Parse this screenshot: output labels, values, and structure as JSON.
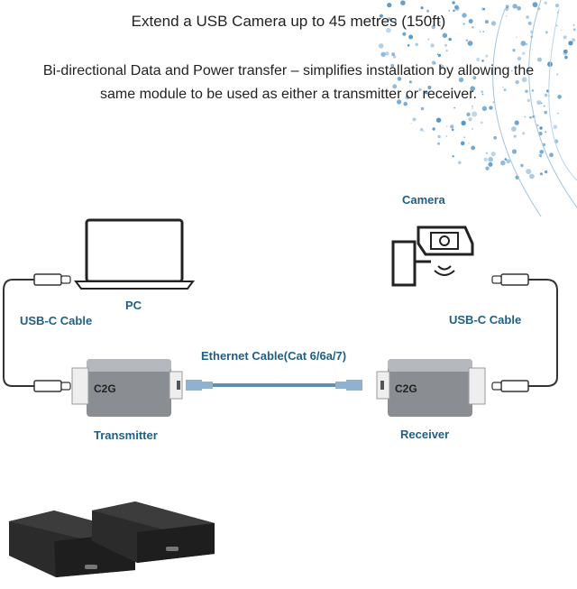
{
  "headline": "Extend a USB Camera up to 45 metres (150ft)",
  "description_line1": "Bi-directional Data and Power transfer – simplifies installation by allowing the",
  "description_line2": "same module to be used as either a transmitter or receiver.",
  "labels": {
    "camera": "Camera",
    "pc": "PC",
    "usb_c_left": "USB-C Cable",
    "usb_c_right": "USB-C Cable",
    "ethernet": "Ethernet Cable(Cat 6/6a/7)",
    "transmitter": "Transmitter",
    "receiver": "Receiver"
  },
  "devices": {
    "transmitter_brand": "C2G",
    "receiver_brand": "C2G"
  },
  "colors": {
    "label_blue": "#1f5f86",
    "text": "#222222",
    "dot_blue": "#4a8fc2"
  },
  "icons": [
    "laptop-icon",
    "security-camera-icon",
    "usb-c-connector-icon",
    "rj45-connector-icon",
    "network-globe-icon"
  ]
}
